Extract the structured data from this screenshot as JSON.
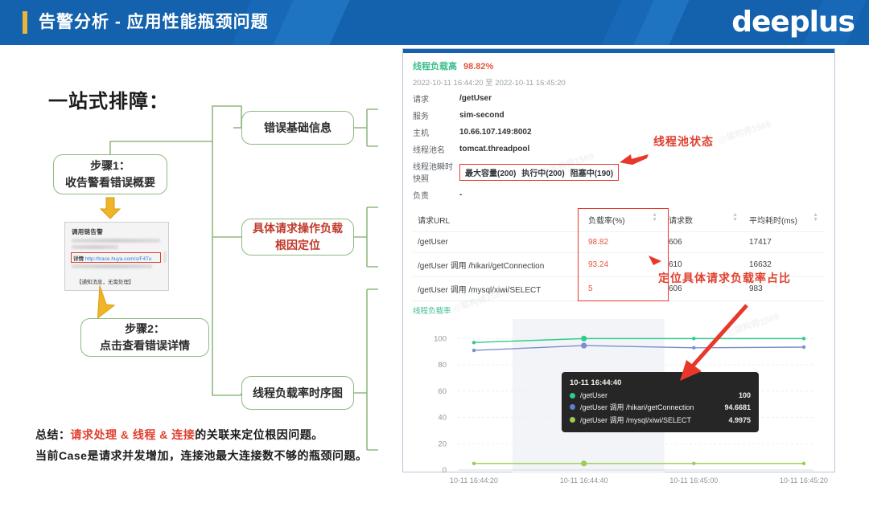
{
  "header": {
    "title": "告警分析 - 应用性能瓶颈问题",
    "logo": "deeplus",
    "accent_bar_color": "#e8b63a",
    "background_color": "#1461ad"
  },
  "left": {
    "section_title": "一站式排障：",
    "step1": "步骤1：\n收告警看错误概要",
    "step1_line1": "步骤1：",
    "step1_line2": "收告警看错误概要",
    "step2_line1": "步骤2：",
    "step2_line2": "点击查看错误详情",
    "alert_card": {
      "title": "调用链告警",
      "link_label": "详情",
      "link_url": "http://trace.huya.com/s/F4Tu",
      "footer": "【通知消息，无需处理】"
    }
  },
  "middle_boxes": [
    {
      "label": "错误基础信息",
      "color": "#2b2b2b"
    },
    {
      "label_line1": "具体请求操作负载",
      "label_line2": "根因定位",
      "color": "#c0392b"
    },
    {
      "label": "线程负载率时序图",
      "color": "#2b2b2b"
    }
  ],
  "panel": {
    "alert_name": "线程负载高",
    "alert_value": "98.82%",
    "time_range": "2022-10-11 16:44:20 至 2022-10-11 16:45:20",
    "fields": [
      {
        "key": "请求",
        "value": "/getUser"
      },
      {
        "key": "服务",
        "value": "sim-second"
      },
      {
        "key": "主机",
        "value": "10.66.107.149:8002"
      },
      {
        "key": "线程池名",
        "value": "tomcat.threadpool"
      }
    ],
    "snapshot_key": "线程池瞬时快照",
    "snapshot_chips": [
      "最大容量(200)",
      "执行中(200)",
      "阻塞中(190)"
    ],
    "owner_key": "负责",
    "owner_value": "-",
    "table": {
      "columns": [
        "请求URL",
        "负载率(%)",
        "请求数",
        "平均耗时(ms)"
      ],
      "rows": [
        {
          "url": "/getUser",
          "load": "98.82",
          "count": "606",
          "avg": "17417"
        },
        {
          "url": "/getUser 调用 /hikari/getConnection",
          "load": "93.24",
          "count": "610",
          "avg": "16632"
        },
        {
          "url": "/getUser 调用 /mysql/xiwi/SELECT",
          "load": "5",
          "count": "606",
          "avg": "983"
        }
      ]
    },
    "chart_label": "线程负载率",
    "tooltip": {
      "time": "10-11 16:44:40",
      "rows": [
        {
          "name": "/getUser",
          "value": "100",
          "color": "#2ecc8f"
        },
        {
          "name": "/getUser 调用 /hikari/getConnection",
          "value": "94.6681",
          "color": "#5b7fd4"
        },
        {
          "name": "/getUser 调用 /mysql/xiwi/SELECT",
          "value": "4.9975",
          "color": "#9acd52"
        }
      ]
    }
  },
  "annotations": {
    "pool_state": "线程池状态",
    "load_ratio": "定位具体请求负载率占比"
  },
  "footer": {
    "line1_prefix": "总结：",
    "line1_em": "请求处理 & 线程 & 连接",
    "line1_suffix": "的关联来定位根因问题。",
    "line2": "当前Case是请求并发增加，连接池最大连接数不够的瓶颈问题。"
  },
  "chart_data": {
    "type": "line",
    "title": "线程负载率",
    "xlabel": "",
    "ylabel": "",
    "ylim": [
      0,
      110
    ],
    "yticks": [
      0,
      20,
      40,
      60,
      80,
      100
    ],
    "grid": true,
    "legend": "none",
    "x": [
      "10-11 16:44:20",
      "10-11 16:44:40",
      "10-11 16:45:00",
      "10-11 16:45:20"
    ],
    "series": [
      {
        "name": "/getUser",
        "color": "#2ecc8f",
        "values": [
          97,
          100,
          100,
          100
        ]
      },
      {
        "name": "/getUser 调用 /hikari/getConnection",
        "color": "#7b8fd0",
        "values": [
          91,
          94.6681,
          93,
          93.5
        ]
      },
      {
        "name": "/getUser 调用 /mysql/xiwi/SELECT",
        "color": "#9acd52",
        "values": [
          5,
          4.9975,
          5,
          5
        ]
      }
    ]
  }
}
